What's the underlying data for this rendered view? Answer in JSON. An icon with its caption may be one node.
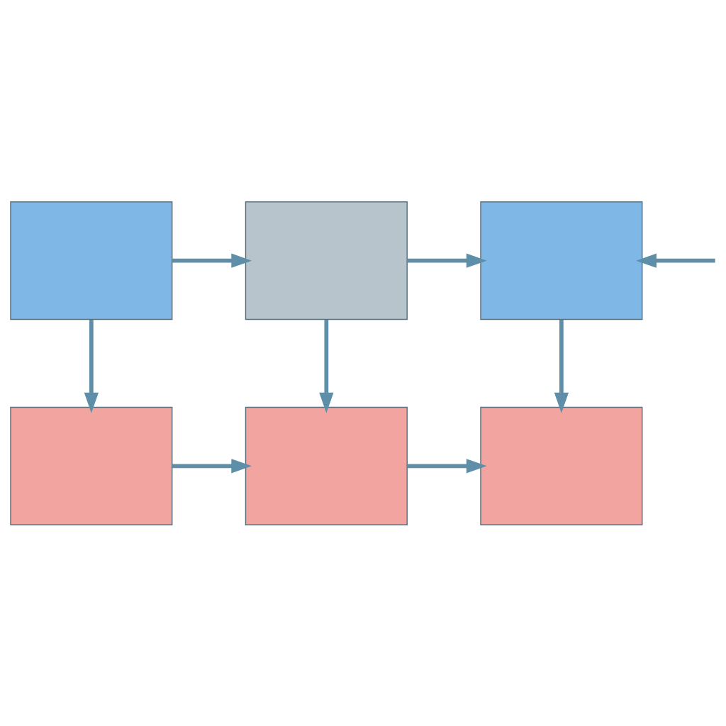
{
  "diagram": {
    "nodes": [
      {
        "text": [],
        "shape": "box"
      },
      {
        "text": [],
        "shape": "box"
      },
      {
        "text": [],
        "shape": "box"
      },
      {
        "text": [],
        "shape": "box"
      },
      {
        "text": [],
        "shape": "box"
      },
      {
        "text": [],
        "shape": "box"
      }
    ],
    "edges": [
      {
        "from": 0,
        "to": 1,
        "arrow": "to"
      },
      {
        "from": 1,
        "to": 2,
        "arrow": "to"
      },
      {
        "from": null,
        "to": 2,
        "arrow": "to"
      },
      {
        "from": 0,
        "to": 3,
        "arrow": "to"
      },
      {
        "from": 1,
        "to": 4,
        "arrow": "to"
      },
      {
        "from": 2,
        "to": 5,
        "arrow": "to"
      },
      {
        "from": 3,
        "to": 4,
        "arrow": "to"
      },
      {
        "from": 4,
        "to": 5,
        "arrow": "to"
      }
    ]
  }
}
